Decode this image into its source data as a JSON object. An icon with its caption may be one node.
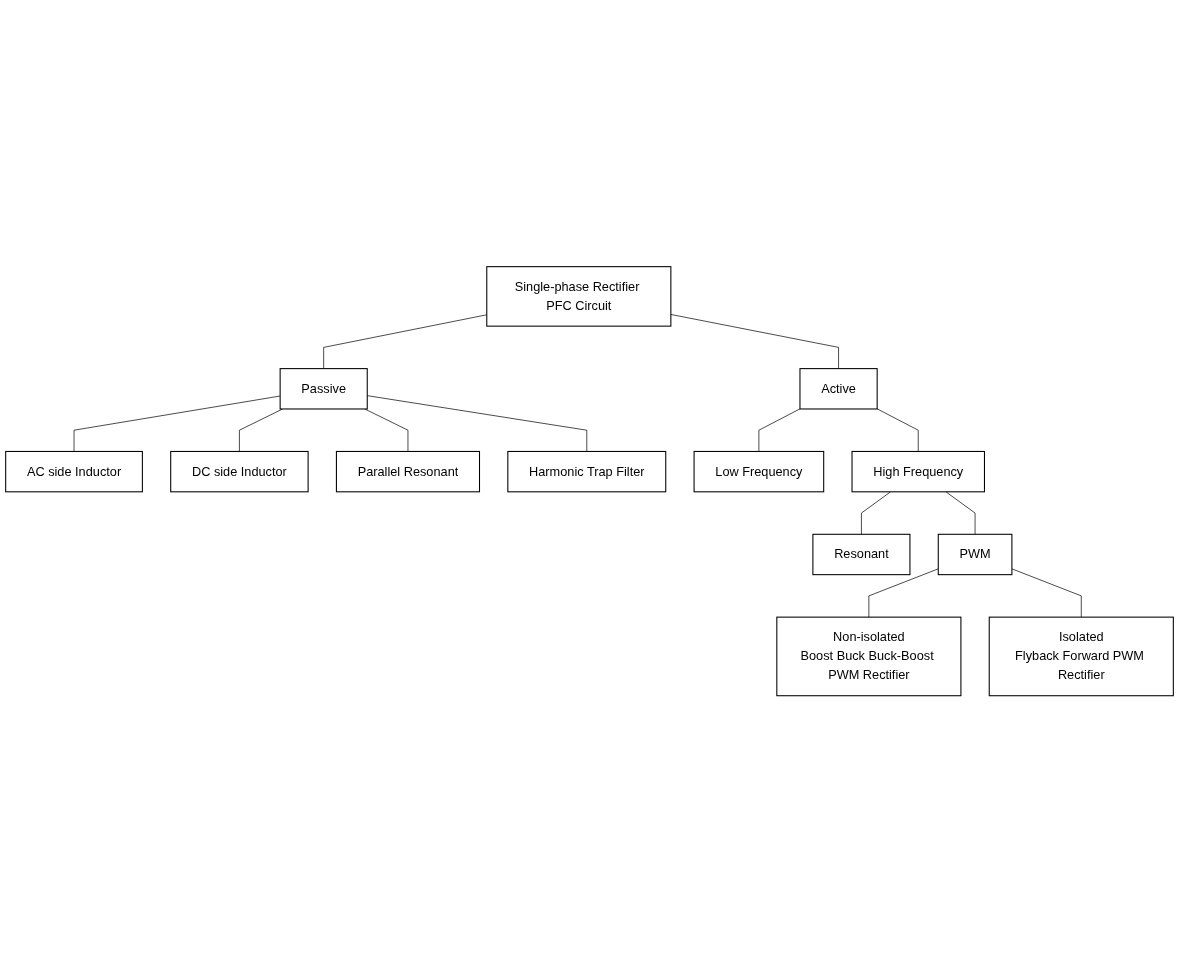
{
  "diagram": {
    "nodes": [
      {
        "text": [
          "Single-phase Rectifier PFC Circuit"
        ]
      },
      {
        "text": [
          "Passive"
        ]
      },
      {
        "text": [
          "Active"
        ]
      },
      {
        "text": [
          "AC side Inductor"
        ]
      },
      {
        "text": [
          "DC side Inductor"
        ]
      },
      {
        "text": [
          "Parallel Resonant"
        ]
      },
      {
        "text": [
          "Harmonic Trap Filter"
        ]
      },
      {
        "text": [
          "Low Frequency"
        ]
      },
      {
        "text": [
          "High Frequency"
        ]
      },
      {
        "text": [
          "Resonant"
        ]
      },
      {
        "text": [
          "PWM"
        ]
      },
      {
        "text": [
          "Non-isolated",
          "Boost Buck Buck-Boost PWM Rectifier"
        ]
      },
      {
        "text": [
          "Isolated",
          "Flyback Forward PWM Rectifier"
        ]
      }
    ],
    "edges": [
      {
        "from": 0,
        "to": 1,
        "arrow": "none"
      },
      {
        "from": 0,
        "to": 2,
        "arrow": "none"
      },
      {
        "from": 1,
        "to": 3,
        "arrow": "none"
      },
      {
        "from": 1,
        "to": 4,
        "arrow": "none"
      },
      {
        "from": 1,
        "to": 5,
        "arrow": "none"
      },
      {
        "from": 1,
        "to": 6,
        "arrow": "none"
      },
      {
        "from": 2,
        "to": 7,
        "arrow": "none"
      },
      {
        "from": 2,
        "to": 8,
        "arrow": "none"
      },
      {
        "from": 8,
        "to": 9,
        "arrow": "none"
      },
      {
        "from": 8,
        "to": 10,
        "arrow": "none"
      },
      {
        "from": 10,
        "to": 11,
        "arrow": "none"
      },
      {
        "from": 10,
        "to": 12,
        "arrow": "none"
      }
    ]
  }
}
